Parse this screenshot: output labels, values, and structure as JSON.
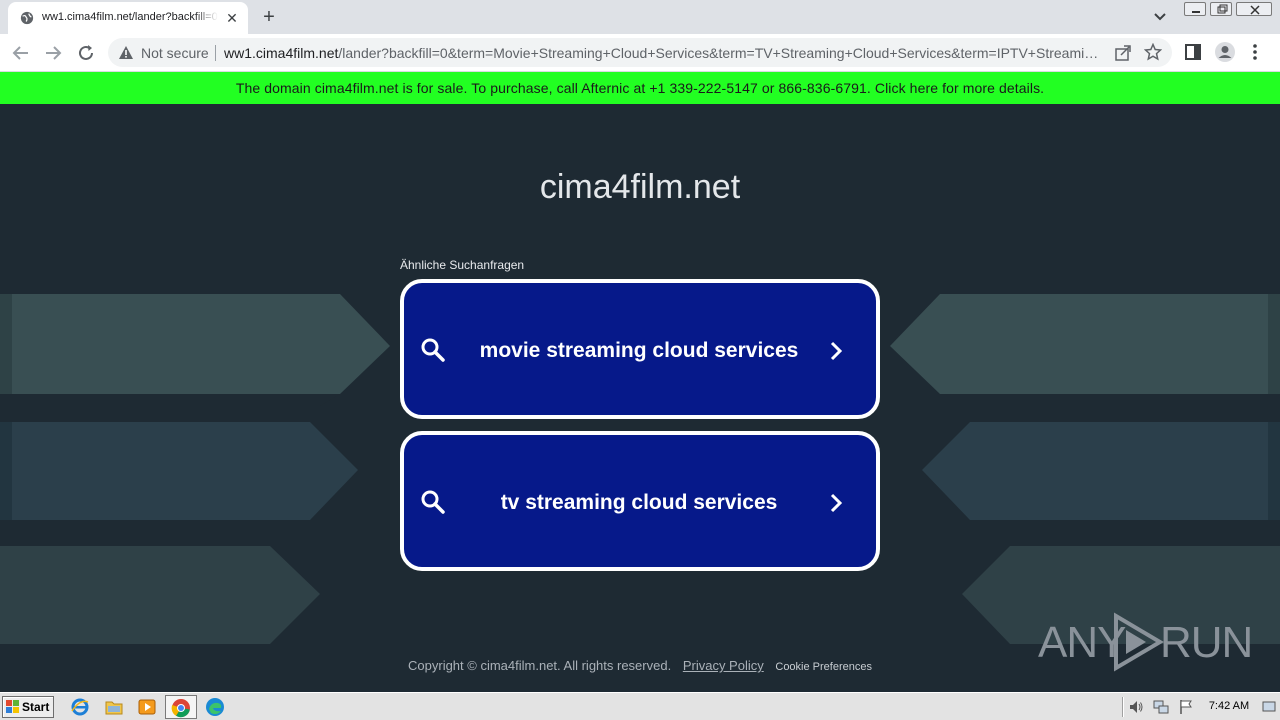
{
  "browser": {
    "tab_title": "ww1.cima4film.net/lander?backfill=0",
    "tab_close": "✕",
    "new_tab": "+",
    "security_label": "Not secure",
    "url_host": "ww1.cima4film.net",
    "url_path": "/lander?backfill=0&term=Movie+Streaming+Cloud+Services&term=TV+Streaming+Cloud+Services&term=IPTV+Streaming..."
  },
  "page": {
    "sale_banner": "The domain cima4film.net is for sale. To purchase, call Afternic at +1 339-222-5147 or 866-836-6791. Click here for more details.",
    "domain_title": "cima4film.net",
    "related_label": "Ähnliche Suchanfragen",
    "searches": [
      {
        "label": "movie streaming cloud services"
      },
      {
        "label": "tv streaming cloud services"
      }
    ],
    "footer": {
      "copyright": "Copyright © cima4film.net.  All rights reserved.",
      "privacy": "Privacy Policy",
      "cookies": "Cookie Preferences"
    }
  },
  "watermark": {
    "left": "ANY",
    "right": "RUN"
  },
  "taskbar": {
    "start": "Start",
    "clock": "7:42 AM"
  },
  "colors": {
    "banner": "#22ff22",
    "page_bg": "#1e2a33",
    "card_bg": "#06198a",
    "card_border": "#ffffff"
  }
}
